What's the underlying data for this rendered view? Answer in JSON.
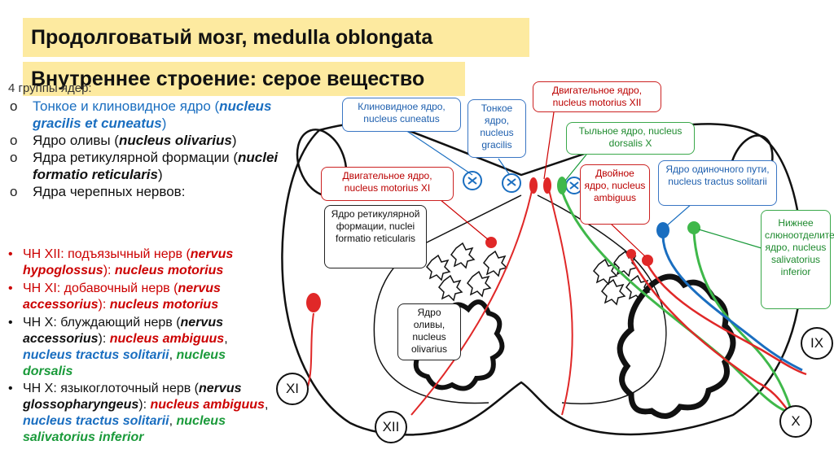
{
  "title": "Продолговатый мозг, medulla oblongata",
  "subtitle": "Внутреннее строение: серое вещество",
  "groups_label": "4 группы ядер:",
  "list": {
    "bullet": "o",
    "item1_a": "Тонкое и клиновидное ядро (",
    "item1_b": "nucleus gracilis et cuneatus",
    "item1_c": ")",
    "item2_a": "Ядро оливы (",
    "item2_b": "nucleus olivarius",
    "item2_c": ")",
    "item3_a": "Ядра ретикулярной формации (",
    "item3_b": "nuclei formatio reticularis",
    "item3_c": ")",
    "item4": "Ядра черепных нервов:"
  },
  "nerves": {
    "bullet": "•",
    "xii_a": "ЧН XII: подъязычный нерв (",
    "xii_b": "nervus hypoglossus",
    "xii_c": "): ",
    "xii_d": "nucleus motorius",
    "xi_a": "ЧН XI: добавочный нерв (",
    "xi_b": "nervus accessorius",
    "xi_c": "): ",
    "xi_d": "nucleus motorius",
    "x_a": "ЧН X: блуждающий нерв (",
    "x_b": "nervus accessorius",
    "x_c": "): ",
    "x_d": "nucleus ambiguus",
    "x_e": ", ",
    "x_f": "nucleus tractus solitarii",
    "x_g": ", ",
    "x_h": "nucleus dorsalis",
    "ix_a": "ЧН X: языкоглоточный нерв (",
    "ix_b": "nervus glossopharyngeus",
    "ix_c": "): ",
    "ix_d": "nucleus ambiguus",
    "ix_e": ", ",
    "ix_f": "nucleus tractus solitarii",
    "ix_g": ", ",
    "ix_h": "nucleus salivatorius inferior"
  },
  "labels": {
    "cuneatus": "Клиновидное ядро, nucleus cuneatus",
    "gracilis": "Тонкое ядро, nucleus gracilis",
    "motor_xii": "Двигательное ядро, nucleus motorius XII",
    "dorsalis": "Тыльное ядро, nucleus dorsalis X",
    "motor_xi": "Двигательное ядро, nucleus motorius XI",
    "ambiguus": "Двойное ядро, nucleus ambiguus",
    "solitarii": "Ядро одиночного пути, nucleus tractus solitarii",
    "reticular": "Ядро ретикулярной формации, nuclei formatio reticularis",
    "salivatorius": "Нижнее слюноотделительное ядро, nucleus salivatorius inferior",
    "olivarius": "Ядро оливы, nucleus olivarius"
  },
  "roman": {
    "xi": "XI",
    "xii": "XII",
    "ix": "IX",
    "x": "X"
  },
  "colors": {
    "title_bg": "#fdeaa0",
    "red": "#cc0000",
    "blue": "#1a6ec0",
    "green": "#1a9a3a"
  }
}
